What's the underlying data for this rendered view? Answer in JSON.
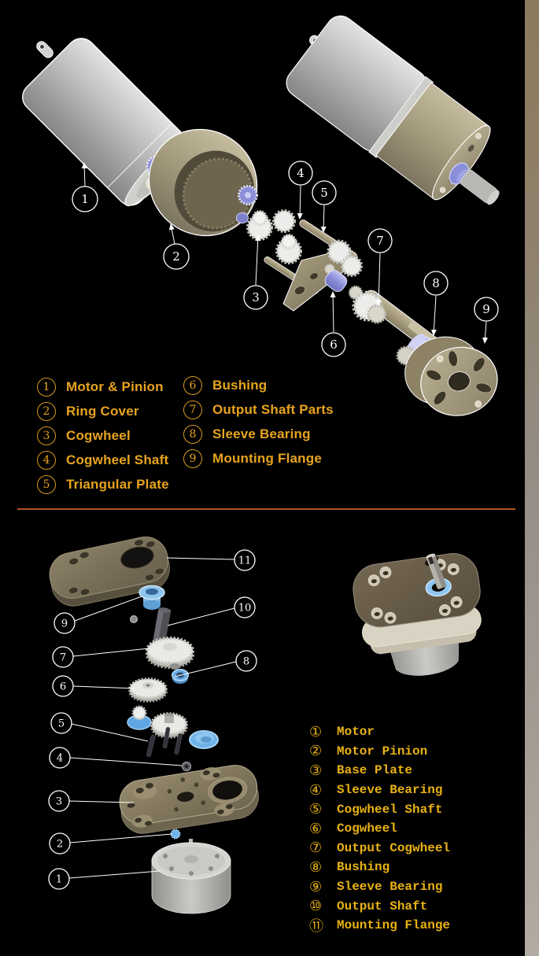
{
  "colors": {
    "background": "#000000",
    "top_legend_text": "#e7a41e",
    "bottom_legend_text": "#e9b214",
    "divider": "#b5531f",
    "callout_outline": "#ffffff",
    "blue_violet_part": "#8a8ed9",
    "light_blue_part": "#6fb3ea",
    "tan_part": "#a59a7c",
    "bronze_part": "#7d7260",
    "gray_metal": "#b5b5b5"
  },
  "top_section": {
    "legend": {
      "columns": [
        {
          "items": [
            {
              "num": "1",
              "label": "Motor & Pinion"
            },
            {
              "num": "2",
              "label": "Ring Cover"
            },
            {
              "num": "3",
              "label": "Cogwheel"
            },
            {
              "num": "4",
              "label": "Cogwheel Shaft"
            },
            {
              "num": "5",
              "label": "Triangular Plate"
            }
          ]
        },
        {
          "items": [
            {
              "num": "6",
              "label": "Bushing"
            },
            {
              "num": "7",
              "label": "Output Shaft Parts"
            },
            {
              "num": "8",
              "label": "Sleeve Bearing"
            },
            {
              "num": "9",
              "label": "Mounting Flange"
            }
          ]
        }
      ]
    },
    "callouts": [
      {
        "num": "1"
      },
      {
        "num": "2"
      },
      {
        "num": "3"
      },
      {
        "num": "4"
      },
      {
        "num": "5"
      },
      {
        "num": "6"
      },
      {
        "num": "7"
      },
      {
        "num": "8"
      },
      {
        "num": "9"
      }
    ]
  },
  "bottom_section": {
    "legend": {
      "items": [
        {
          "num": "①",
          "label": "Motor"
        },
        {
          "num": "②",
          "label": "Motor Pinion"
        },
        {
          "num": "③",
          "label": "Base Plate"
        },
        {
          "num": "④",
          "label": "Sleeve Bearing"
        },
        {
          "num": "⑤",
          "label": "Cogwheel Shaft"
        },
        {
          "num": "⑥",
          "label": "Cogwheel"
        },
        {
          "num": "⑦",
          "label": "Output Cogwheel"
        },
        {
          "num": "⑧",
          "label": "Bushing"
        },
        {
          "num": "⑨",
          "label": "Sleeve Bearing"
        },
        {
          "num": "⑩",
          "label": "Output Shaft"
        },
        {
          "num": "⑪",
          "label": "Mounting Flange"
        }
      ]
    },
    "callouts": [
      {
        "num": "1"
      },
      {
        "num": "2"
      },
      {
        "num": "3"
      },
      {
        "num": "4"
      },
      {
        "num": "5"
      },
      {
        "num": "6"
      },
      {
        "num": "7"
      },
      {
        "num": "8"
      },
      {
        "num": "9"
      },
      {
        "num": "10"
      },
      {
        "num": "11"
      }
    ]
  }
}
